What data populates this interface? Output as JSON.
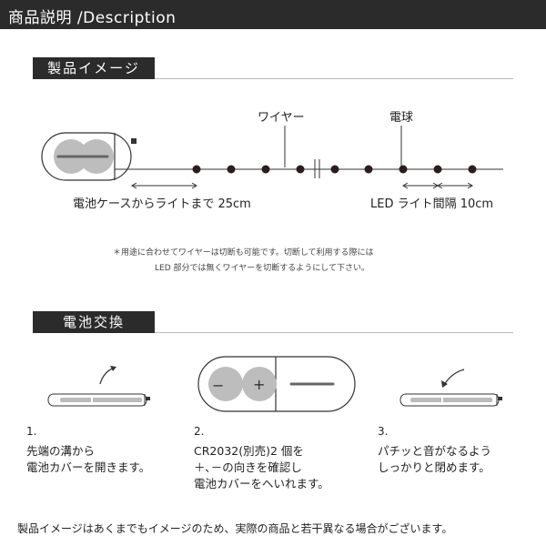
{
  "header": {
    "title": "商品説明 /Description"
  },
  "product_image": {
    "section_label": "製品イメージ",
    "wire_label": "ワイヤー",
    "bulb_label": "電球",
    "battery_length_label": "電池ケースからライトまで 25cm",
    "led_spacing_label": "LED ライト間隔 10cm",
    "note_line1": "＊用途に合わせてワイヤーは切断も可能です。切断して利用する際には",
    "note_line2": "LED 部分では無くワイヤーを切断するようにして下さい。"
  },
  "battery_exchange": {
    "section_label": "電池交換",
    "minus_symbol": "−",
    "plus_symbol": "+",
    "steps": [
      {
        "number": "1.",
        "line1": "先端の溝から",
        "line2": "電池カバーを開きます。",
        "line3": ""
      },
      {
        "number": "2.",
        "line1": "CR2032(別売)2 個を",
        "line2": "＋､－の向きを確認し",
        "line3": "電池カバーをへいれます。"
      },
      {
        "number": "3.",
        "line1": "パチッと音がなるよう",
        "line2": "しっかりと閉めます。",
        "line3": ""
      }
    ]
  },
  "footer": {
    "disclaimer": "製品イメージはあくまでもイメージのため、実際の商品と若干異なる場合がございます。"
  },
  "colors": {
    "dark": "#2b2b2b",
    "battery_gray": "#bdbdbd",
    "led_dot": "#2a1d1d"
  }
}
